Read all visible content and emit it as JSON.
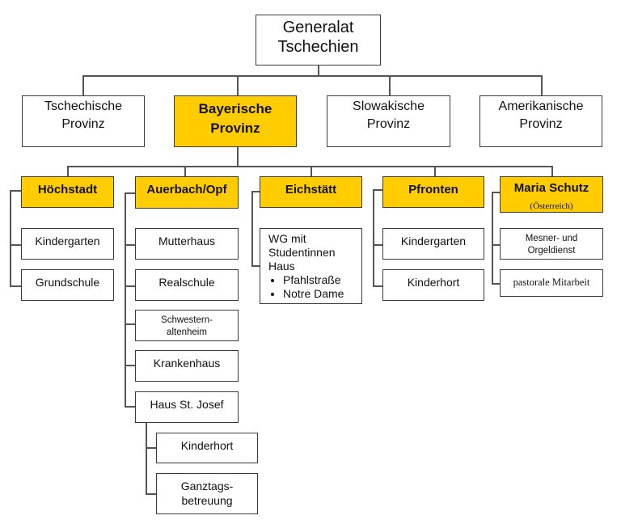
{
  "root": {
    "label": "Generalat\nTschechien"
  },
  "provinces": [
    {
      "label": "Tschechische\nProvinz",
      "highlighted": false
    },
    {
      "label": "Bayerische\nProvinz",
      "highlighted": true
    },
    {
      "label": "Slowakische\nProvinz",
      "highlighted": false
    },
    {
      "label": "Amerikanische\nProvinz",
      "highlighted": false
    }
  ],
  "bavarian_units": [
    {
      "label": "Höchstadt",
      "children": [
        "Kindergarten",
        "Grundschule"
      ]
    },
    {
      "label": "Auerbach/Opf",
      "children": [
        "Mutterhaus",
        "Realschule",
        "Schwestern-\naltenheim",
        "Krankenhaus",
        "Haus St. Josef"
      ],
      "haus_st_josef_children": [
        "Kinderhort",
        "Ganztags-\nbetreuung"
      ]
    },
    {
      "label": "Eichstätt",
      "children": [
        {
          "label": "WG mit\nStudentinnen\nHaus",
          "bullets": [
            "Pfahlstraße",
            "Notre Dame"
          ]
        }
      ]
    },
    {
      "label": "Pfronten",
      "children": [
        "Kindergarten",
        "Kinderhort"
      ]
    },
    {
      "label": "Maria Schutz",
      "sublabel": "(Österreich)",
      "children": [
        "Mesner-  und\nOrgeldienst",
        "pastorale Mitarbeit"
      ]
    }
  ],
  "colors": {
    "highlight": "#ffcc00",
    "border": "#3a3a3a",
    "connector": "#555555"
  }
}
